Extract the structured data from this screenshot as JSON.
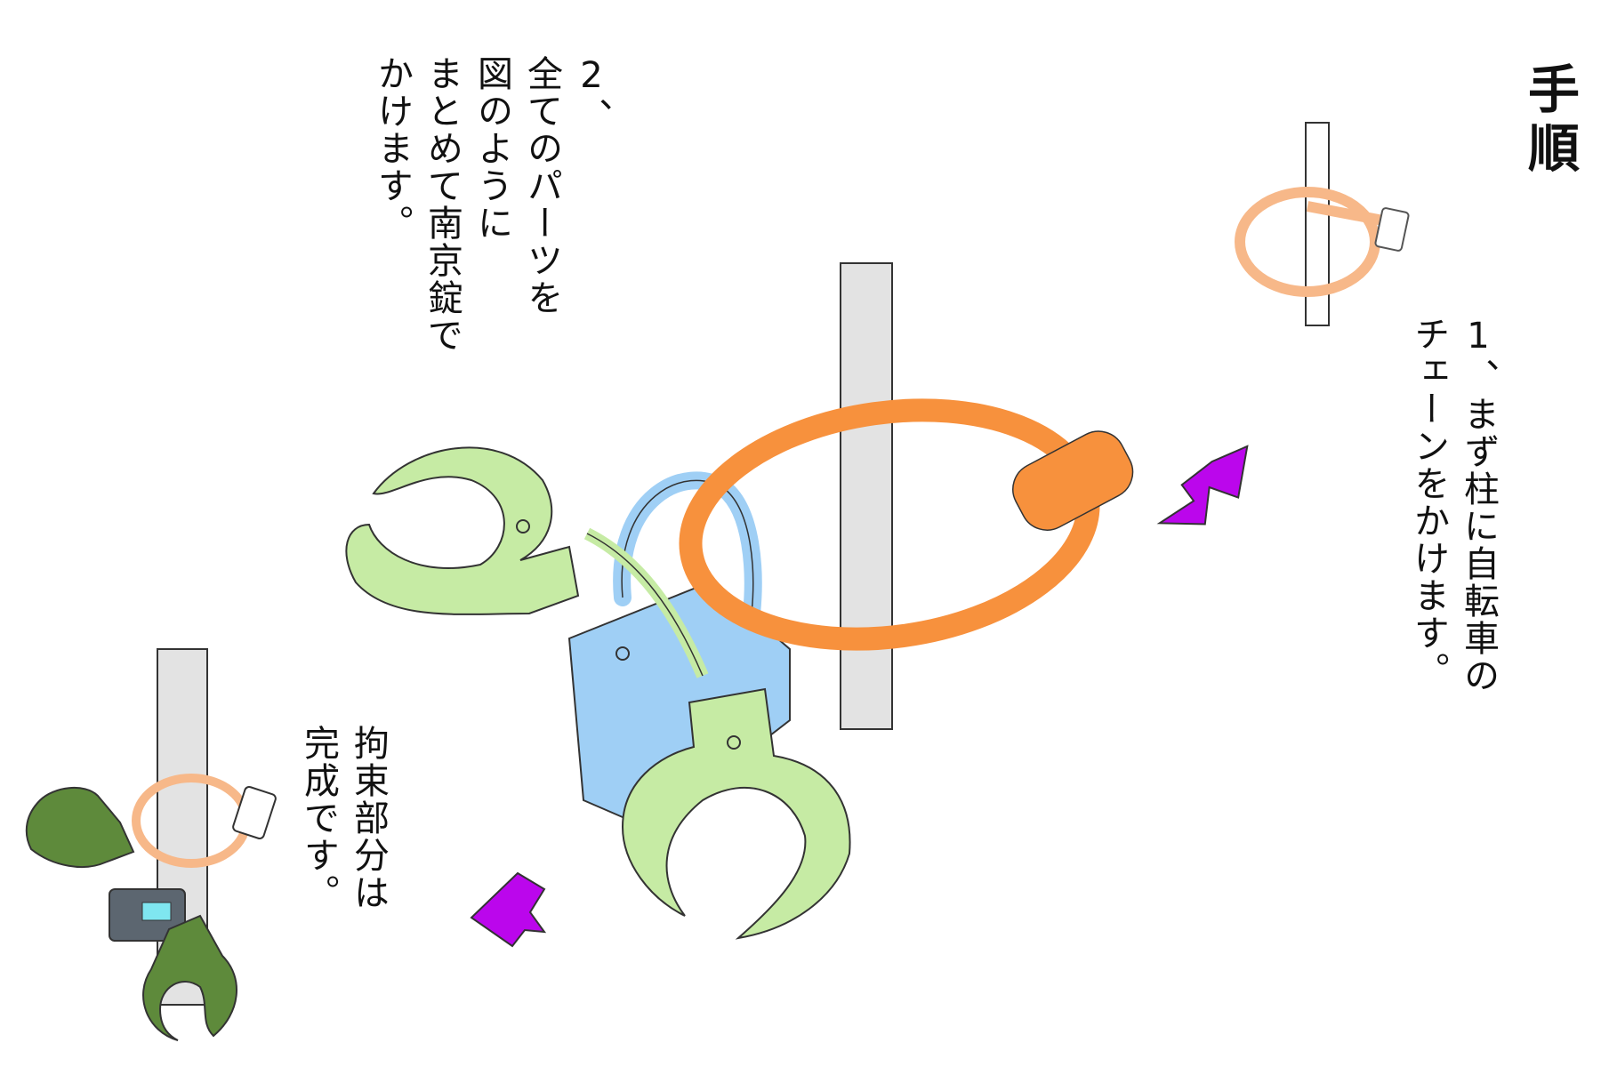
{
  "title": "手順",
  "step1": [
    "1、まず柱に自転車の",
    "チェーンをかけます。"
  ],
  "step2": [
    "2、",
    "全てのパーツを",
    "図のように",
    "まとめて南京錠で",
    "かけます。"
  ],
  "step3": [
    "拘束部分は",
    "完成です。"
  ],
  "colors": {
    "pole": "#e3e3e3",
    "chain": "#f7913d",
    "chain_light": "#f7b889",
    "cuff": "#c6eba4",
    "cuff_dark": "#5e8a3b",
    "lock": "#9fcff5",
    "lock_dark": "#5c6670",
    "arrow": "#bb06ec"
  },
  "icons": [
    "pole",
    "bicycle-chain-lock",
    "handcuffs",
    "padlock",
    "arrow"
  ]
}
